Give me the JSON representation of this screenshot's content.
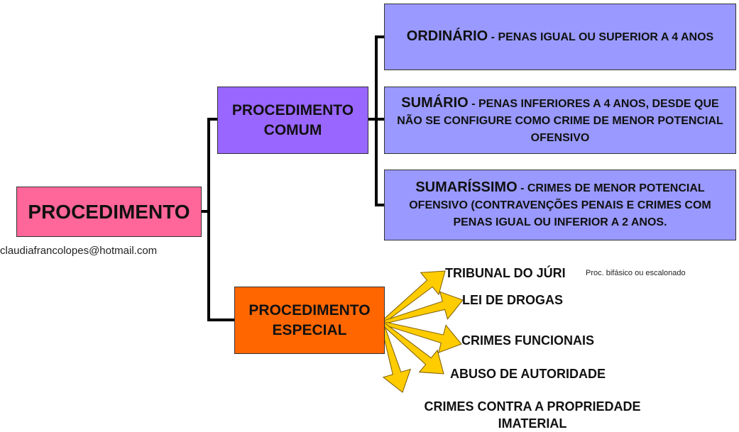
{
  "root": {
    "label": "PROCEDIMENTO",
    "author_email": "claudiafrancolopes@hotmail.com",
    "color": "#FF6699"
  },
  "comum": {
    "label": "PROCEDIMENTO COMUM",
    "color": "#9966FF",
    "children": [
      {
        "title": "ORDINÁRIO",
        "desc": " - PENAS IGUAL OU SUPERIOR A 4 ANOS"
      },
      {
        "title": "SUMÁRIO",
        "desc": " - PENAS INFERIORES A 4 ANOS, DESDE QUE NÃO SE CONFIGURE COMO CRIME DE MENOR POTENCIAL OFENSIVO"
      },
      {
        "title": "SUMARÍSSIMO",
        "desc": " - CRIMES DE MENOR POTENCIAL OFENSIVO (CONTRAVENÇÕES PENAIS E CRIMES COM PENAS IGUAL OU INFERIOR A 2 ANOS."
      }
    ]
  },
  "especial": {
    "label": "PROCEDIMENTO ESPECIAL",
    "color": "#FF6600",
    "children": [
      {
        "label": "TRIBUNAL DO JÚRI",
        "note": "Proc. bifásico ou escalonado"
      },
      {
        "label": "LEI DE DROGAS"
      },
      {
        "label": "CRIMES FUNCIONAIS"
      },
      {
        "label": "ABUSO DE AUTORIDADE"
      },
      {
        "label": "CRIMES CONTRA A PROPRIEDADE IMATERIAL"
      }
    ]
  },
  "arrow_color": "#FFCC00"
}
